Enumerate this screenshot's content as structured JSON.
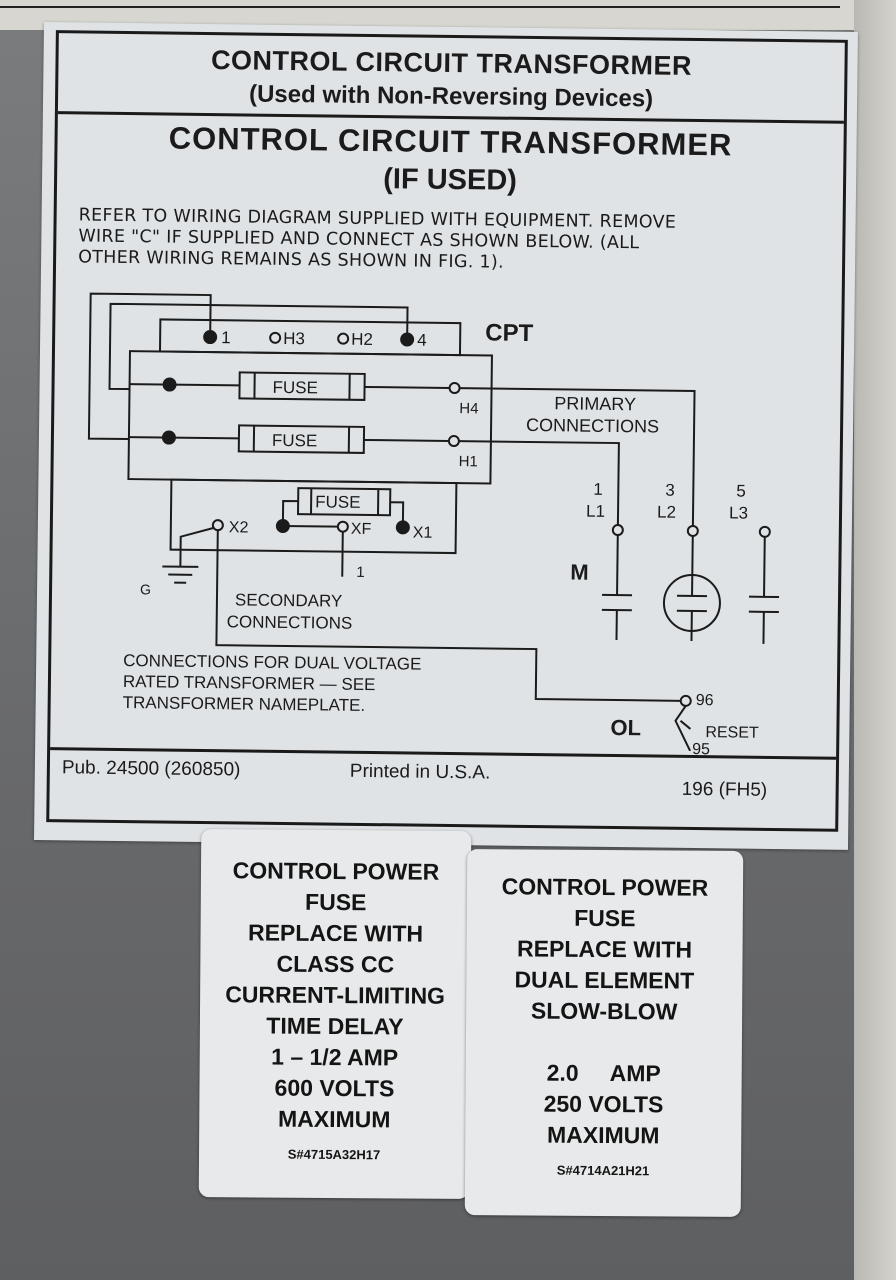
{
  "main_label": {
    "header_title": "CONTROL CIRCUIT TRANSFORMER",
    "header_subtitle": "(Used with Non-Reversing Devices)",
    "title": "CONTROL CIRCUIT TRANSFORMER",
    "title_sub": "(IF USED)",
    "note_lines": [
      "REFER TO WIRING DIAGRAM SUPPLIED WITH EQUIPMENT. REMOVE",
      "WIRE \"C\" IF SUPPLIED AND CONNECT AS SHOWN BELOW. (ALL",
      "OTHER WIRING REMAINS AS SHOWN IN FIG. 1)."
    ],
    "diagram": {
      "cpt_label": "CPT",
      "terminals_top": [
        "1",
        "H3",
        "H2",
        "4"
      ],
      "fuse_label": "FUSE",
      "h4": "H4",
      "h1": "H1",
      "x1": "X1",
      "x2": "X2",
      "xf": "XF",
      "g": "G",
      "wire_1": "1",
      "primary_connections": [
        "PRIMARY",
        "CONNECTIONS"
      ],
      "secondary_connections": [
        "SECONDARY",
        "CONNECTIONS"
      ],
      "lines": [
        {
          "num": "1",
          "label": "L1"
        },
        {
          "num": "3",
          "label": "L2"
        },
        {
          "num": "5",
          "label": "L3"
        }
      ],
      "m_label": "M",
      "ol_label": "OL",
      "ol_96": "96",
      "ol_95": "95",
      "reset": "RESET",
      "dual_voltage_note": [
        "CONNECTIONS FOR DUAL VOLTAGE",
        "RATED TRANSFORMER — SEE",
        "TRANSFORMER NAMEPLATE."
      ]
    },
    "footer": {
      "pub": "Pub. 24500 (260850)",
      "printed": "Printed in U.S.A.",
      "code": "196 (FH5)"
    }
  },
  "sticker_left": {
    "lines": [
      "CONTROL POWER",
      "FUSE",
      "REPLACE WITH",
      "CLASS CC",
      "CURRENT-LIMITING",
      "TIME DELAY",
      "1 – 1/2 AMP",
      "600 VOLTS",
      "MAXIMUM"
    ],
    "part": "S#4715A32H17"
  },
  "sticker_right": {
    "lines": [
      "CONTROL POWER",
      "FUSE",
      "REPLACE WITH",
      "DUAL ELEMENT",
      "SLOW-BLOW",
      "",
      "2.0     AMP",
      "250 VOLTS",
      "MAXIMUM"
    ],
    "part": "S#4714A21H21"
  }
}
